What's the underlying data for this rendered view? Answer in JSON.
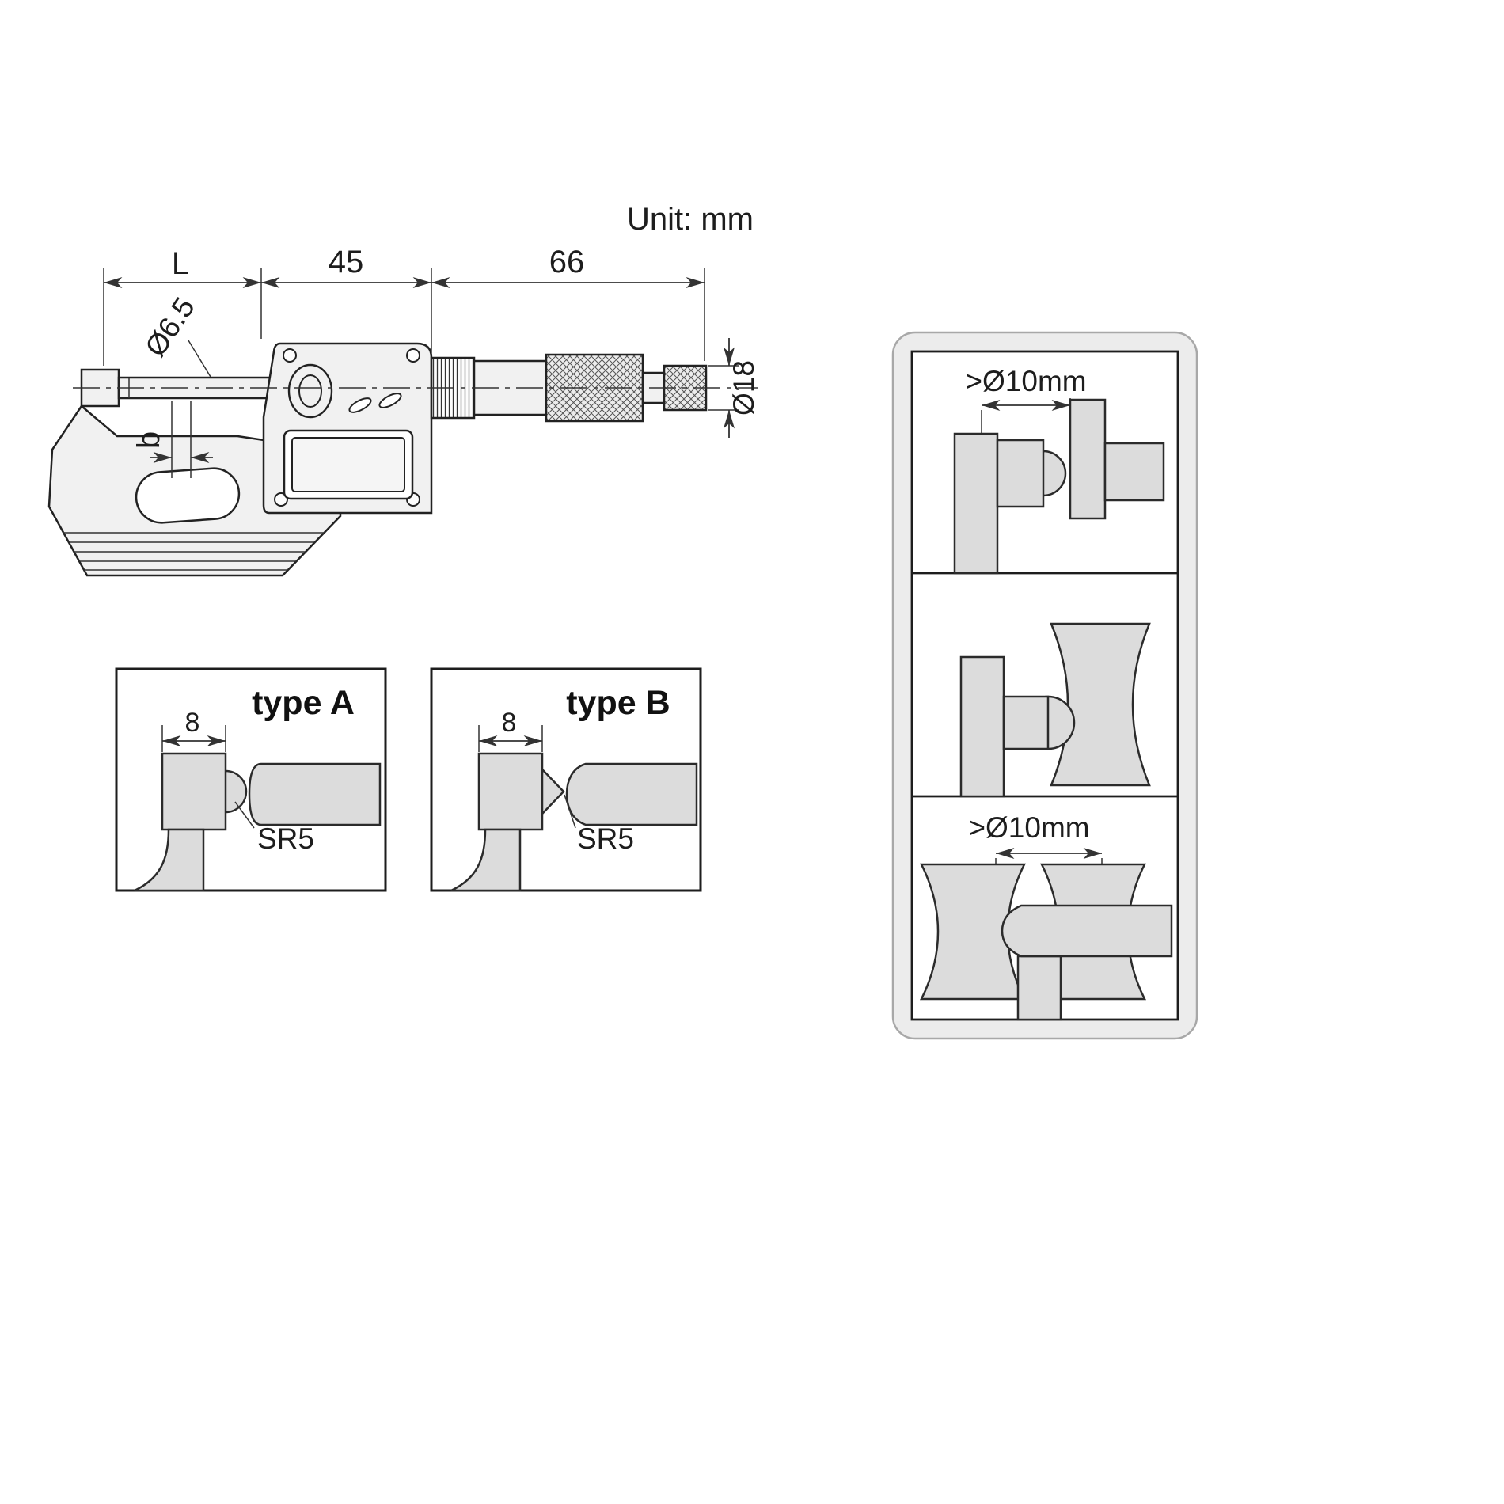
{
  "unit_label": "Unit: mm",
  "main_drawing": {
    "dims": {
      "L": "L",
      "body_length": "45",
      "sleeve_length": "66",
      "spindle_dia": "Ø6.5",
      "b": "b",
      "thimble_dia": "Ø18"
    }
  },
  "detail_boxes": {
    "type_a": {
      "title": "type A",
      "face_width": "8",
      "tip_radius": "SR5"
    },
    "type_b": {
      "title": "type B",
      "face_width": "8",
      "tip_radius": "SR5"
    }
  },
  "usage_panel": {
    "top_min_dia": ">Ø10mm",
    "bottom_min_dia": ">Ø10mm"
  }
}
